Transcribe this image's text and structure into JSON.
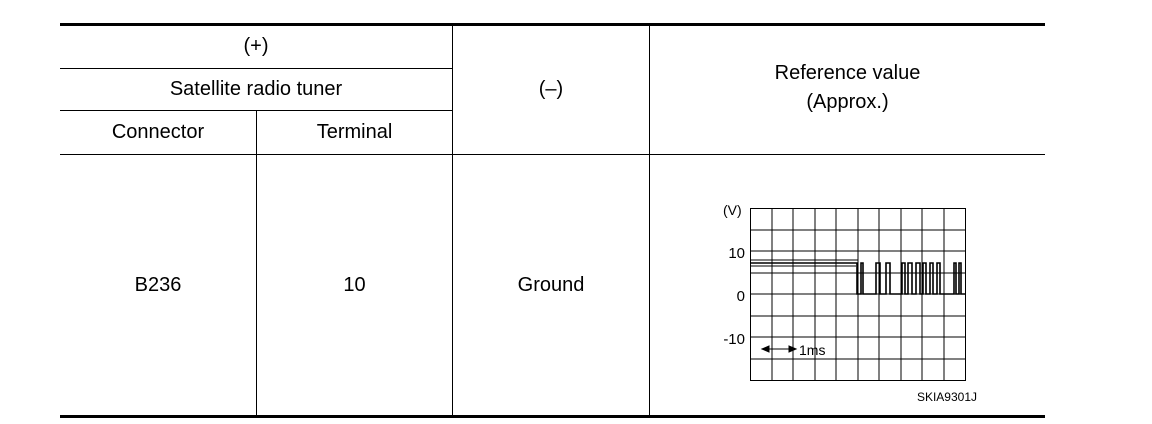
{
  "table": {
    "header": {
      "plus": "(+)",
      "satellite": "Satellite radio tuner",
      "connector": "Connector",
      "terminal": "Terminal",
      "minus": "(–)",
      "ref_line1": "Reference value",
      "ref_line2": "(Approx.)"
    },
    "row": {
      "connector": "B236",
      "terminal": "10",
      "minus": "Ground"
    }
  },
  "waveform": {
    "unit": "(V)",
    "y_labels": [
      "10",
      "0",
      "-10"
    ],
    "time_scale": "1ms",
    "figure_id": "SKIA9301J"
  }
}
